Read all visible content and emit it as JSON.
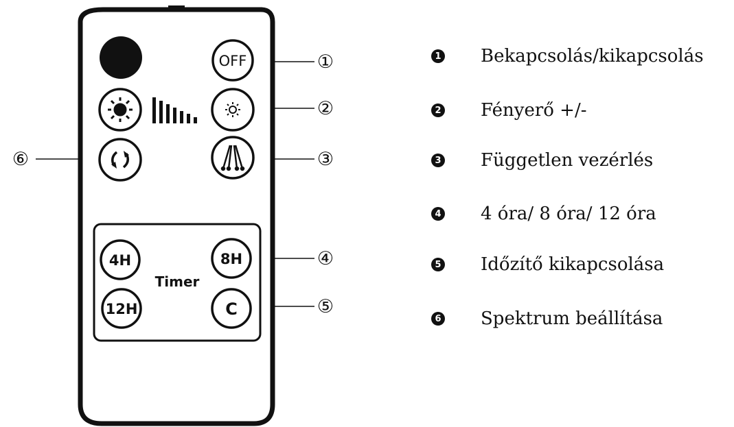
{
  "remote": {
    "off_label": "OFF",
    "timer_label": "Timer",
    "btn_4h": "4H",
    "btn_8h": "8H",
    "btn_12h": "12H",
    "btn_c": "C"
  },
  "callouts": [
    {
      "num": "①"
    },
    {
      "num": "②"
    },
    {
      "num": "③"
    },
    {
      "num": "④"
    },
    {
      "num": "⑤"
    },
    {
      "num": "⑥"
    }
  ],
  "legend": [
    {
      "num": "1",
      "text": "Bekapcsolás/kikapcsolás"
    },
    {
      "num": "2",
      "text": "Fényerő +/-"
    },
    {
      "num": "3",
      "text": "Független vezérlés"
    },
    {
      "num": "4",
      "text": "4 óra/ 8 óra/ 12 óra"
    },
    {
      "num": "5",
      "text": "Időzítő kikapcsolása"
    },
    {
      "num": "6",
      "text": "Spektrum beállítása"
    }
  ]
}
